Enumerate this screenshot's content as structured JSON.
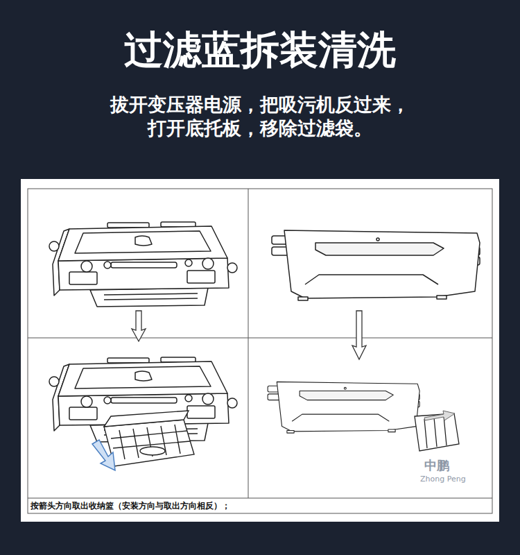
{
  "diagram": {
    "title": "过滤蓝拆装清洗",
    "labels": [
      "拔开变压器电源，把吸污机反过来，",
      "打开底托板，移除过滤袋。",
      "按箭头方向取出收纳篮（安装方向与取出方向相反）；",
      "中鹏",
      "Zhong Peng"
    ]
  }
}
